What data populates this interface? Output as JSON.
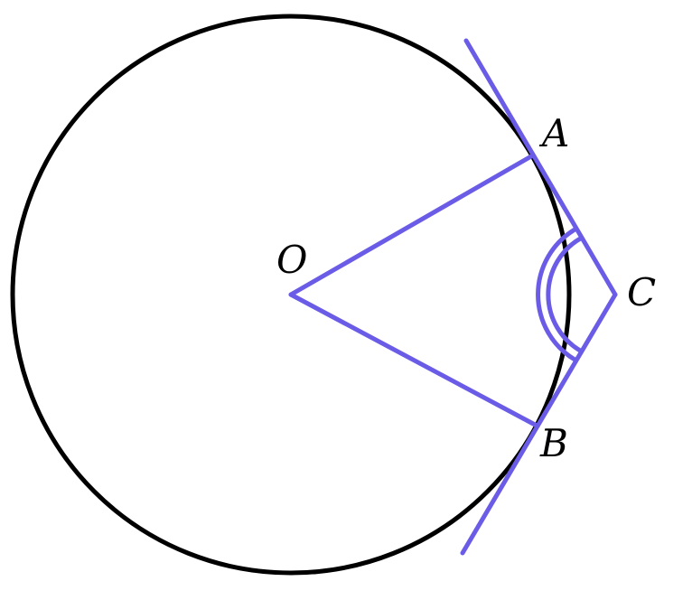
{
  "diagram": {
    "points": {
      "O": "O",
      "A": "A",
      "B": "B",
      "C": "C"
    },
    "colors": {
      "circle": "#000000",
      "lines": "#6b5ce7",
      "labels": "#000000",
      "background": "#ffffff"
    },
    "angle_mark_at": "C",
    "angle_mark_arcs": 2
  }
}
